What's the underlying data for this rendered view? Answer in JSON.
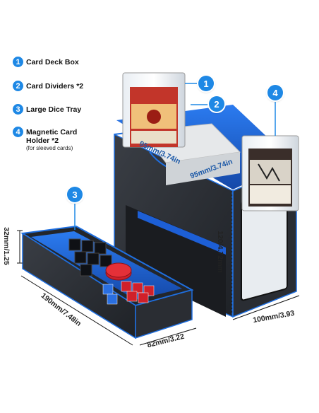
{
  "legend": {
    "items": [
      {
        "number": "1",
        "label": "Card Deck Box",
        "note": ""
      },
      {
        "number": "2",
        "label": "Card Dividers *2",
        "note": ""
      },
      {
        "number": "3",
        "label": "Large Dice Tray",
        "note": ""
      },
      {
        "number": "4",
        "label": "Magnetic Card Holder *2",
        "note": "(for sleeved cards)"
      }
    ]
  },
  "callouts": {
    "one": "1",
    "two": "2",
    "three": "3",
    "four": "4"
  },
  "dimensions": {
    "tray_height": "32mm/1.25",
    "tray_length": "190mm/7.48in",
    "tray_width": "82mm/3.22",
    "box_depth": "100mm/3.93",
    "box_height": "120/4.72mm",
    "inner_depth": "95mm/3.74in",
    "inner_width": "95mm/3.74in"
  },
  "colors": {
    "accent": "#1e88e5",
    "box_black": "#2a2d33",
    "box_blue": "#1d5fd6",
    "dice_red": "#d0202a"
  }
}
